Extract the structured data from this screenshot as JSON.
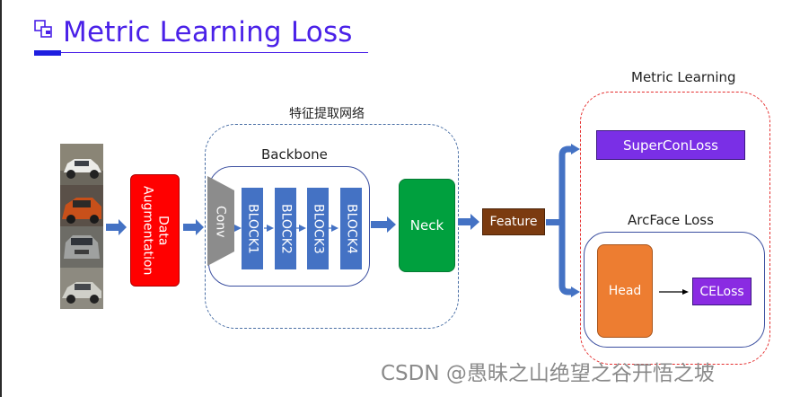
{
  "title": "Metric Learning Loss",
  "feature_extraction_label": "特征提取网络",
  "backbone_label": "Backbone",
  "metric_learning_label": "Metric Learning",
  "arcface_label": "ArcFace Loss",
  "nodes": {
    "data_augmentation": "Data Augmentation",
    "conv": "Conv",
    "blocks": [
      "BLOCK1",
      "BLOCK2",
      "BLOCK3",
      "BLOCK4"
    ],
    "neck": "Neck",
    "feature": "Feature",
    "supercon_loss": "SuperConLoss",
    "head": "Head",
    "celoss": "CELoss"
  },
  "watermark": "CSDN @愚昧之山绝望之谷开悟之坡",
  "colors": {
    "title": "#4a21e8",
    "augmentation": "#ff0000",
    "block": "#4472c4",
    "neck": "#00a03e",
    "feature": "#7b3b10",
    "supercon": "#7a2fe6",
    "head": "#ed7d31",
    "celoss": "#8a2be2",
    "arrow": "#4472c4",
    "metric_box_border": "#e53030"
  }
}
